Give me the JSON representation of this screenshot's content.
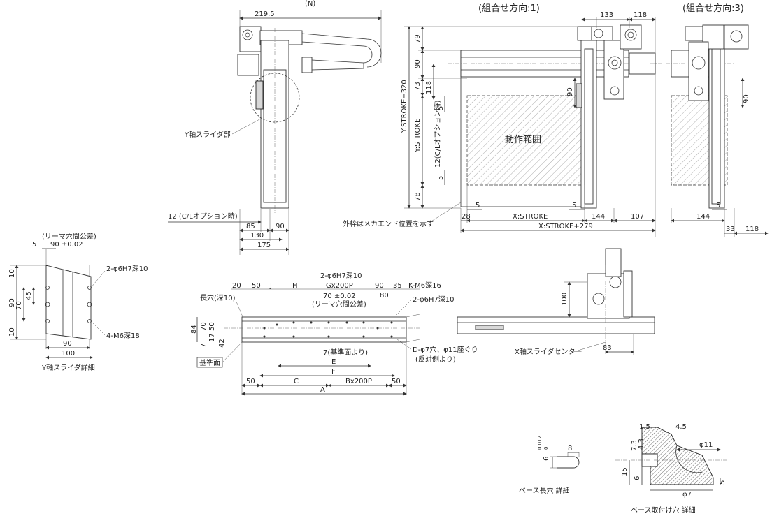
{
  "titles": {
    "dir1": "(組合せ方向:1)",
    "dir3": "(組合せ方向:3)"
  },
  "side_view": {
    "dim_219_5": "219.5",
    "dim_N": "(N)",
    "y_slider_part": "Y軸スライダ部",
    "cl_option": "12 (C/Lオプション時)",
    "dim_85": "85",
    "dim_90": "90",
    "dim_130": "130",
    "dim_175": "175"
  },
  "dir1_view": {
    "dim_133": "133",
    "dim_118": "118",
    "dim_79": "79",
    "dim_90": "90",
    "dim_73": "73",
    "dim_118b": "118",
    "dim_5": "5",
    "dim_90b": "90",
    "y_stroke_320": "Y:STROKE+320",
    "y_stroke": "Y:STROKE",
    "cl_option_v": "12(C/Lオプション時)",
    "dim_5b": "5",
    "dim_78": "78",
    "range": "動作範囲",
    "dim_5c": "5",
    "dim_5d": "5",
    "dim_28": "28",
    "x_stroke": "X:STROKE",
    "dim_144": "144",
    "dim_107": "107",
    "x_stroke_279": "X:STROKE+279",
    "mech_end_note": "外枠はメカエンド位置を示す"
  },
  "dir3_view": {
    "dim_90": "90",
    "dim_5": "5",
    "dim_144": "144",
    "dim_33": "33",
    "dim_118": "118"
  },
  "y_detail": {
    "reamer_tol": "(リーマ穴間公差)",
    "dim_5": "5",
    "dim_90_tol": "90 ±0.02",
    "pin_hole": "2-φ6H7深10",
    "tap": "4-M6深18",
    "dim_10a": "10",
    "dim_45": "45",
    "dim_90": "90",
    "dim_70": "70",
    "dim_10b": "10",
    "dim_90b": "90",
    "dim_100": "100",
    "caption": "Y軸スライダ詳細"
  },
  "base_view": {
    "pin_hole_top": "2-φ6H7深10",
    "dim_20": "20",
    "dim_50": "50",
    "dim_J": "J",
    "dim_H": "H",
    "dim_G": "Gx200P",
    "dim_90": "90",
    "dim_35": "35",
    "k_tap": "K-M6深16",
    "long_hole": "長穴(深10)",
    "reamer_70": "70 ±0.02",
    "reamer_tol": "(リーマ穴間公差)",
    "dim_80": "80",
    "pin_hole_r": "2-φ6H7深10",
    "dim_84": "84",
    "dim_70": "70",
    "dim_50v": "50",
    "dim_17": "17",
    "dim_7": "7",
    "dim_42": "42",
    "ref_7": "7(基準面より)",
    "d_hole": "D-φ7穴、φ11座ぐり",
    "opposite": "(反対側より)",
    "ref_face": "基準面",
    "dim_E": "E",
    "dim_F": "F",
    "dim_50a": "50",
    "dim_C": "C",
    "dim_B": "Bx200P",
    "dim_50b": "50",
    "dim_A": "A"
  },
  "x_slider_view": {
    "dim_100": "100",
    "center": "X軸スライダセンター",
    "dim_83": "83"
  },
  "slot_detail": {
    "tol_upper": "0.012",
    "tol_lower": "0",
    "dim_6": "6",
    "dim_8": "8",
    "caption": "ベース長穴 詳細"
  },
  "hole_detail": {
    "dim_1_5": "1.5",
    "dim_4_5": "4.5",
    "dim_7_3": "7.3",
    "dim_4_3": "4.3",
    "dim_11": "φ11",
    "dim_15": "15",
    "dim_6": "6",
    "dim_5": "5",
    "dim_7": "φ7",
    "caption": "ベース取付け穴 詳細"
  }
}
